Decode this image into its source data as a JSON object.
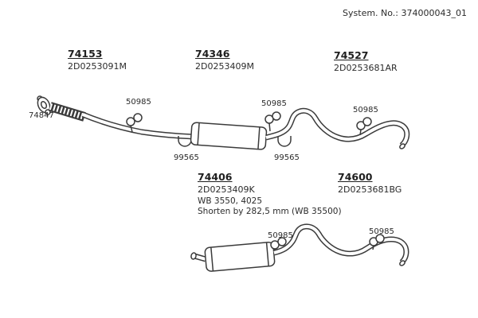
{
  "header": {
    "system_no": "System. No.: 374000043_01"
  },
  "parts": [
    {
      "number": "74153",
      "code": "2D0253091M"
    },
    {
      "number": "74346",
      "code": "2D0253409M"
    },
    {
      "number": "74527",
      "code": "2D0253681AR"
    },
    {
      "number": "74406",
      "code": "2D0253409K",
      "note1": "WB 3550, 4025",
      "note2": "Shorten by 282,5 mm (WB 35500)"
    },
    {
      "number": "74600",
      "code": "2D0253681BG"
    }
  ],
  "callouts": [
    {
      "text": "74847"
    },
    {
      "text": "50985"
    },
    {
      "text": "50985"
    },
    {
      "text": "50985"
    },
    {
      "text": "99565"
    },
    {
      "text": "99565"
    },
    {
      "text": "50985"
    },
    {
      "text": "50985"
    }
  ],
  "colors": {
    "line": "#3b3b3b",
    "text": "#2b2b2b",
    "background": "#ffffff"
  }
}
